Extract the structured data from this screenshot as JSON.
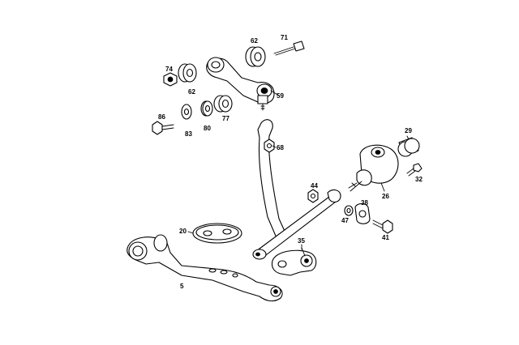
{
  "diagram": {
    "callouts": {
      "p62a": "62",
      "p71": "71",
      "p74": "74",
      "p62b": "62",
      "p59": "59",
      "p86": "86",
      "p83": "83",
      "p80": "80",
      "p77": "77",
      "p68": "68",
      "p29": "29",
      "p32": "32",
      "p26": "26",
      "p44": "44",
      "p38": "38",
      "p47": "47",
      "p41": "41",
      "p20": "20",
      "p35": "35",
      "p5": "5"
    }
  }
}
